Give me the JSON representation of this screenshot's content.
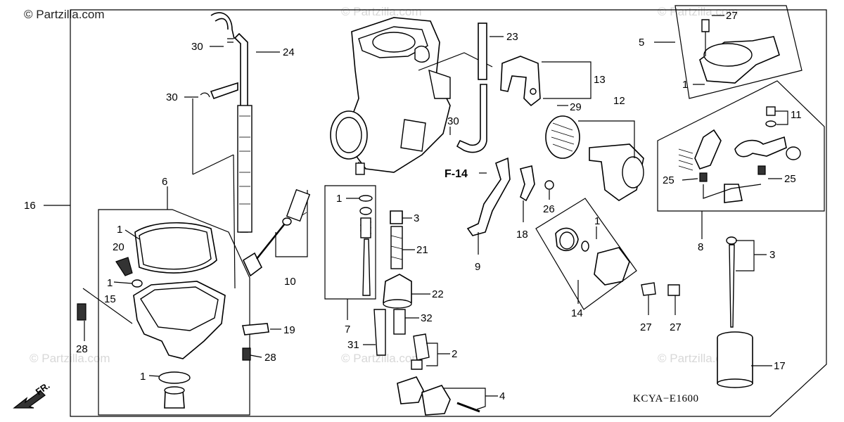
{
  "watermark_main": "© Partzilla.com",
  "watermark_faint": "© Partzilla.com",
  "diagram_code": "KCYA−E1600",
  "ref_label": "F-14",
  "direction_label": "FR.",
  "callouts": [
    "1",
    "2",
    "3",
    "4",
    "5",
    "6",
    "7",
    "8",
    "9",
    "10",
    "11",
    "12",
    "13",
    "14",
    "15",
    "16",
    "17",
    "18",
    "19",
    "20",
    "21",
    "22",
    "23",
    "24",
    "25",
    "26",
    "27",
    "28",
    "29",
    "30",
    "31",
    "32"
  ]
}
